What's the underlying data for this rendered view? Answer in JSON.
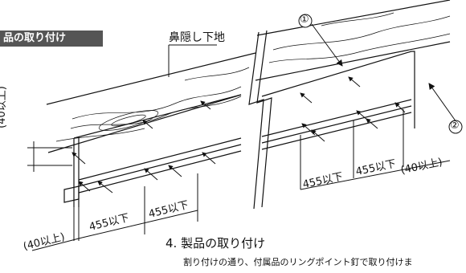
{
  "section_title": "品の取り付け",
  "labels": {
    "material": "鼻隠し下地",
    "marker1": "①",
    "marker2": "②",
    "vertical_dim": "(40以上)",
    "dim_left_edge": "(40以上)",
    "dim_left_a": "455以下",
    "dim_left_b": "455以下",
    "dim_right_a": "455以下",
    "dim_right_b": "455以下",
    "dim_right_edge": "(40以上)"
  },
  "step": {
    "title": "4. 製品の取り付け",
    "description": "割り付けの通り、付属品のリングポイント釘で取り付けま"
  }
}
